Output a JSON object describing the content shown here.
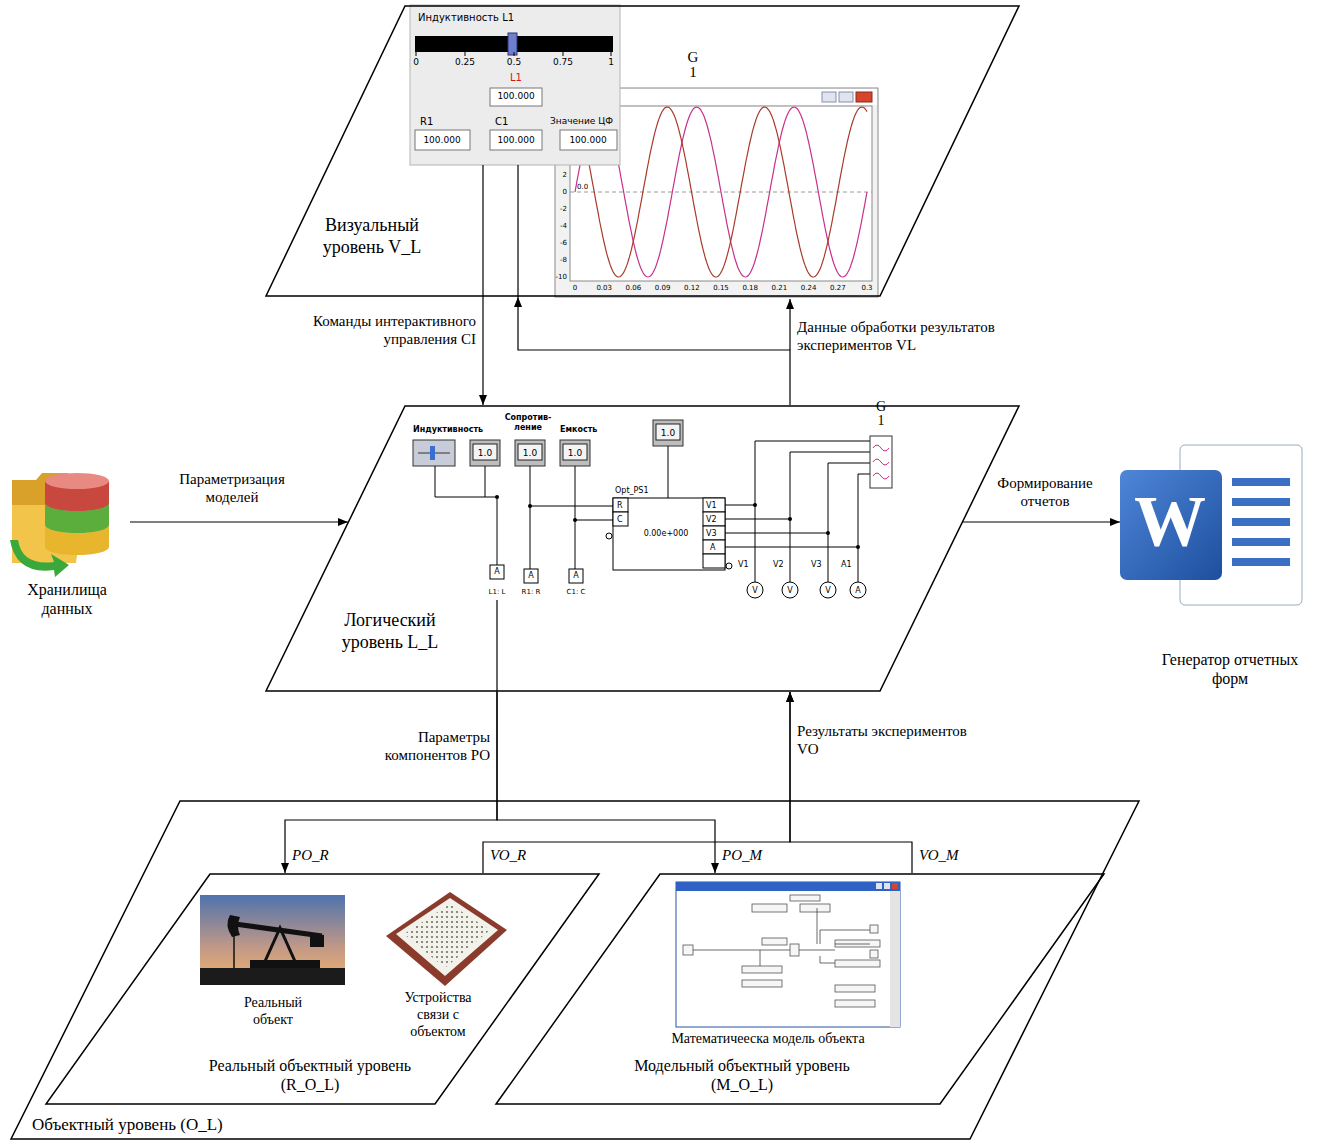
{
  "diagram": {
    "nodes": [
      {
        "text": [
          "Визуальный уровень V_L"
        ]
      },
      {
        "text": [
          "Логический уровень L_L"
        ]
      },
      {
        "text": [
          "Объектный уровень (O_L)"
        ]
      },
      {
        "text": [
          "Реальный объектный уровень (R_O_L)"
        ],
        "in": 2
      },
      {
        "text": [
          "Модельный объектный уровень (M_O_L)"
        ],
        "in": 2
      },
      {
        "text": [
          "Хранилища данных"
        ]
      },
      {
        "text": [
          "Генератор отчетных форм"
        ]
      }
    ],
    "edges": [
      {
        "from": 0,
        "to": 1,
        "arrow": "to",
        "label": "Команды интерактивного управления CI"
      },
      {
        "from": 1,
        "to": 0,
        "arrow": "to",
        "label": "Данные обработки результатов экспериментов VL"
      },
      {
        "from": 5,
        "to": 1,
        "arrow": "to",
        "label": "Параметризация моделей"
      },
      {
        "from": 1,
        "to": 6,
        "arrow": "to",
        "label": "Формирование отчетов"
      },
      {
        "from": 1,
        "to": 3,
        "arrow": "to",
        "label": "PO_R"
      },
      {
        "from": 1,
        "to": 4,
        "arrow": "to",
        "label": "PO_M"
      },
      {
        "from": 3,
        "to": 1,
        "arrow": "to",
        "label": "VO_R"
      },
      {
        "from": 4,
        "to": 1,
        "arrow": "to",
        "label": "VO_M"
      }
    ],
    "labels": [
      "Индуктивность L1",
      "0",
      "0.25",
      "0.5",
      "0.75",
      "1",
      "L1",
      "100.000",
      "R1",
      "C1",
      "Значение ЦФ",
      "100.000",
      "100.000",
      "100.000",
      "G 1",
      "2",
      "0",
      "-2",
      "-4",
      "-6",
      "-8",
      "-10",
      "0.0",
      "0",
      "0.03",
      "0.06",
      "0.09",
      "0.12",
      "0.15",
      "0.18",
      "0.21",
      "0.24",
      "0.27",
      "0.3",
      "Индуктивность",
      "Сопротив-ление",
      "Емкость",
      "1.0",
      "1.0",
      "1.0",
      "1.0",
      "Opt_PS1",
      "R",
      "C",
      "V1",
      "V2",
      "V3",
      "A",
      "0.00e+000",
      "A",
      "A",
      "A",
      "L1: L",
      "R1: R",
      "C1: C",
      "V1",
      "V2",
      "V3",
      "A1",
      "V",
      "V",
      "V",
      "A",
      "G 1",
      "Реальный объект",
      "Устройства связи с объектом",
      "Математичееска модель объекта",
      "Параметры компонентов PO",
      "Результаты экспериментов VO",
      "W"
    ]
  }
}
